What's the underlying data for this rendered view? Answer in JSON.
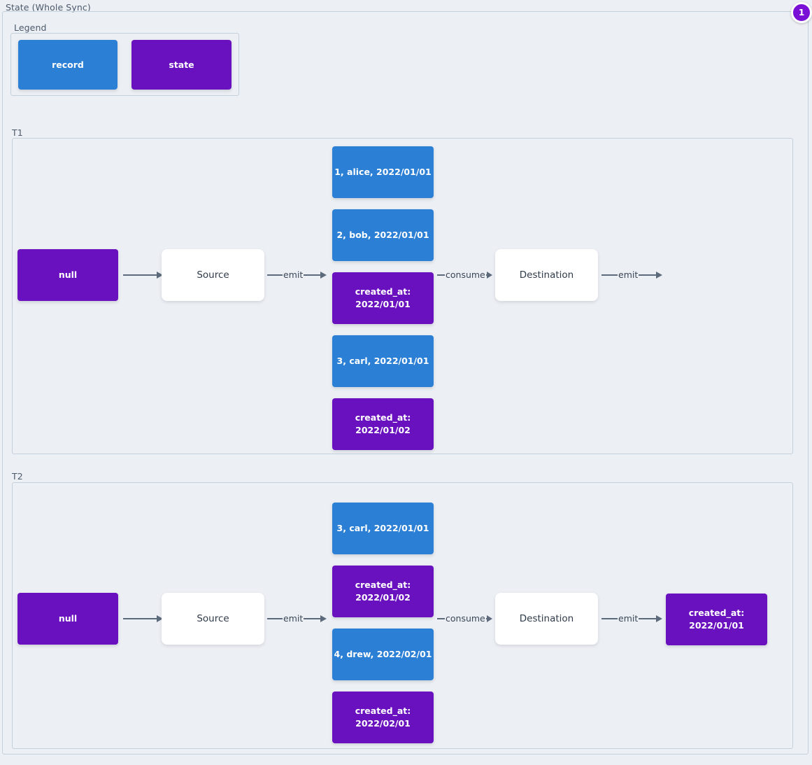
{
  "diagram": {
    "title": "State (Whole Sync)",
    "badge": "1"
  },
  "legend": {
    "label": "Legend",
    "items": [
      {
        "label": "record",
        "color": "#2b7fd4"
      },
      {
        "label": "state",
        "color": "#6a11bf"
      }
    ]
  },
  "t1": {
    "label": "T1",
    "initial_state": "null",
    "source": "Source",
    "destination": "Destination",
    "arrows": {
      "null_to_source": "",
      "source_emit": "emit",
      "consume": "consume",
      "destination_emit": "emit"
    },
    "stream": [
      {
        "kind": "record",
        "label": "1, alice, 2022/01/01"
      },
      {
        "kind": "record",
        "label": "2, bob, 2022/01/01"
      },
      {
        "kind": "state",
        "label": "created_at:\n2022/01/01"
      },
      {
        "kind": "record",
        "label": "3, carl, 2022/01/01"
      },
      {
        "kind": "state",
        "label": "created_at:\n2022/01/02"
      }
    ],
    "output_state": null
  },
  "t2": {
    "label": "T2",
    "initial_state": "null",
    "source": "Source",
    "destination": "Destination",
    "arrows": {
      "null_to_source": "",
      "source_emit": "emit",
      "consume": "consume",
      "destination_emit": "emit"
    },
    "stream": [
      {
        "kind": "record",
        "label": "3, carl, 2022/01/01"
      },
      {
        "kind": "state",
        "label": "created_at:\n2022/01/02"
      },
      {
        "kind": "record",
        "label": "4, drew, 2022/02/01"
      },
      {
        "kind": "state",
        "label": "created_at:\n2022/02/01"
      }
    ],
    "output_state": "created_at:\n2022/01/01"
  },
  "colors": {
    "record": "#2b7fd4",
    "state": "#6a11bf",
    "background": "#eceff4",
    "frame_border": "#c4d0dc",
    "arrow": "#5c6a7c",
    "badge": "#7a0fd6"
  }
}
